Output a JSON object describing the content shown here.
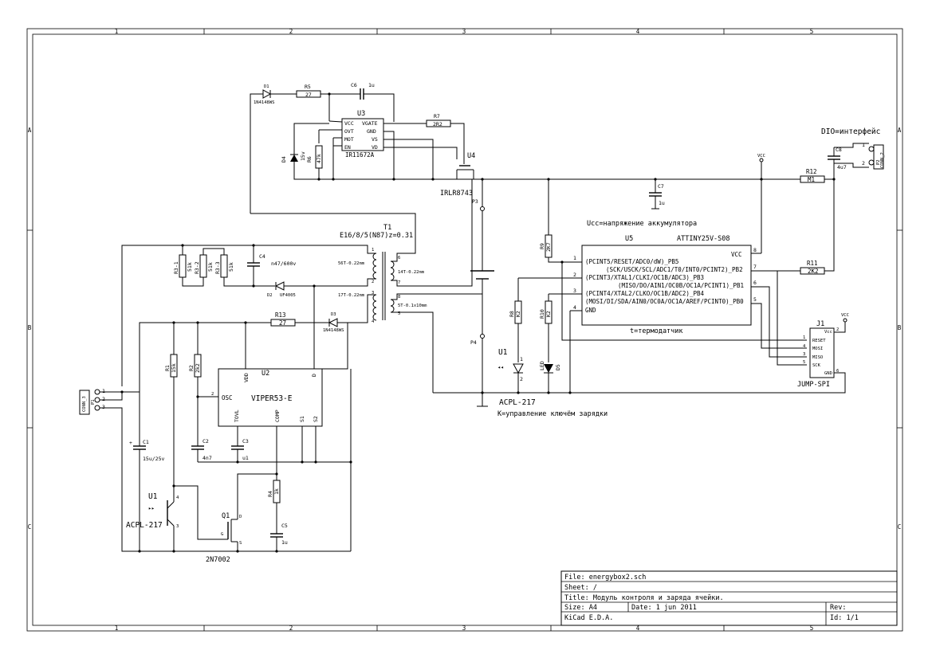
{
  "frame": {
    "cols": [
      "1",
      "2",
      "3",
      "4",
      "5"
    ],
    "rows": [
      "A",
      "B",
      "C"
    ]
  },
  "components": {
    "D1": {
      "ref": "D1",
      "value": "1N4148WS"
    },
    "R5": {
      "ref": "R5",
      "value": "27"
    },
    "C6": {
      "ref": "C6",
      "value": "1u"
    },
    "U3": {
      "ref": "U3",
      "value": "IR11672A",
      "pins_left": [
        "VCC",
        "OVT",
        "MOT",
        "EN"
      ],
      "pins_right": [
        "VGATE",
        "GND",
        "VS",
        "VD"
      ]
    },
    "R7": {
      "ref": "R7",
      "value": "2R2"
    },
    "U4": {
      "ref": "U4",
      "value": "IRLR8743"
    },
    "D4": {
      "ref": "D4",
      "value": "15v"
    },
    "R6": {
      "ref": "R6",
      "value": "47k"
    },
    "C7": {
      "ref": "C7",
      "value": "1u"
    },
    "C8": {
      "ref": "C8",
      "value": "4u7"
    },
    "R12": {
      "ref": "R12",
      "value": "M1"
    },
    "P2": {
      "ref": "P2",
      "value": "CONN_2"
    },
    "P3": {
      "ref": "P3"
    },
    "P4": {
      "ref": "P4"
    },
    "T1": {
      "ref": "T1",
      "value": "E16/8/5(N87)z=0.31",
      "w1": "56T-0.22mm",
      "w2": "14T-0.22mm",
      "w3": "17T-0.22mm",
      "w4": "5T-0.1x10mm"
    },
    "R3_1": {
      "ref": "R3-1",
      "value": "51k"
    },
    "R3_2": {
      "ref": "R3-2",
      "value": "51k"
    },
    "R3_3": {
      "ref": "R3-3",
      "value": "51k"
    },
    "C4": {
      "ref": "C4",
      "value": "n47/600v"
    },
    "D2": {
      "ref": "D2",
      "value": "UF4005"
    },
    "R13": {
      "ref": "R13",
      "value": "27"
    },
    "D3": {
      "ref": "D3",
      "value": "1N4148WS"
    },
    "R9": {
      "ref": "R9",
      "value": "2K7"
    },
    "U5": {
      "ref": "U5",
      "value": "ATTINY25V-S08",
      "pins": [
        "(PCINT5/RESET/ADC0/dW)_PB5",
        "(SCK/USCK/SCL/ADC1/T0/INT0/PCINT2)_PB2",
        "(PCINT3/XTAL1/CLKI/OC1B/ADC3)_PB3",
        "(MISO/DO/AIN1/OC0B/OC1A/PCINT1)_PB1",
        "(PCINT4/XTAL2/CLKO/OC1B/ADC2)_PB4",
        "(MOSI/DI/SDA/AIN0/OC0A/OC1A/AREF/PCINT0)_PB0",
        "GND"
      ],
      "vcc": "VCC"
    },
    "R11": {
      "ref": "R11",
      "value": "2K2"
    },
    "R8": {
      "ref": "R8",
      "value": "K2"
    },
    "R10": {
      "ref": "R10",
      "value": "K2"
    },
    "U1_top": {
      "ref": "U1",
      "value": "ACPL-217"
    },
    "D5": {
      "ref": "D5",
      "value": "LED"
    },
    "J1": {
      "ref": "J1",
      "value": "JUMP-SPI",
      "pins": [
        "Vcc",
        "RESET",
        "MOSI",
        "MISO",
        "SCK",
        "GND"
      ]
    },
    "P1": {
      "ref": "P1",
      "value": "CONN_3"
    },
    "R1": {
      "ref": "R1",
      "value": "15k"
    },
    "R2": {
      "ref": "R2",
      "value": "2k2"
    },
    "U2": {
      "ref": "U2",
      "value": "VIPER53-E",
      "pins": [
        "OSC",
        "VDD",
        "D",
        "TOVL",
        "COMP",
        "S1",
        "S2"
      ]
    },
    "C1": {
      "ref": "C1",
      "value": "15u/25v"
    },
    "C2": {
      "ref": "C2",
      "value": "4n7"
    },
    "C3": {
      "ref": "C3",
      "value": "u1"
    },
    "R4": {
      "ref": "R4",
      "value": "1k"
    },
    "C5": {
      "ref": "C5",
      "value": "1u"
    },
    "Q1": {
      "ref": "Q1",
      "value": "2N7002"
    },
    "U1_bot": {
      "ref": "U1",
      "value": "ACPL-217"
    }
  },
  "notes": {
    "dio": "DIO=интерфейс",
    "ucc": "Ucc=напряжение аккумулятора",
    "t": "t=термодатчик",
    "k": "K=управление ключём зарядки",
    "vcc": "VCC"
  },
  "title_block": {
    "file": "File: energybox2.sch",
    "sheet": "Sheet: /",
    "title": "Title: Модуль контроля и заряда ячейки.",
    "size": "Size: A4",
    "date": "Date: 1 jun 2011",
    "rev": "Rev:",
    "kicad": "KiCad E.D.A.",
    "id": "Id: 1/1"
  }
}
